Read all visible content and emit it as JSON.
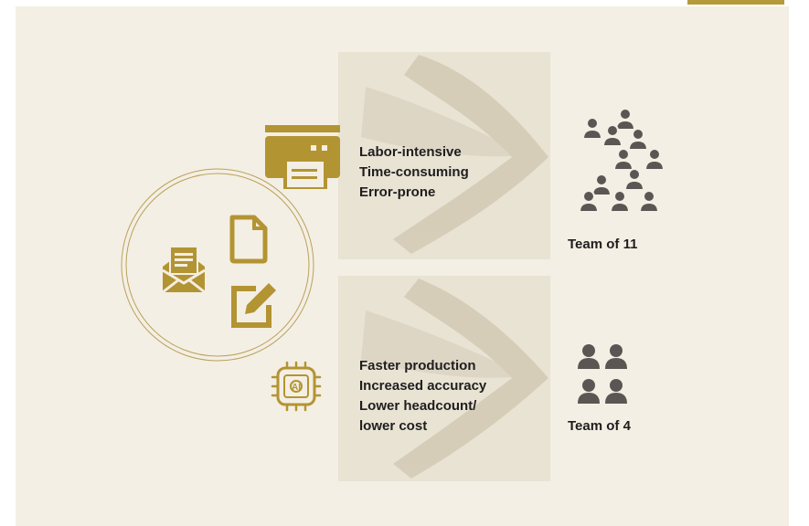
{
  "colors": {
    "background": "#f4efe4",
    "band": "#e9e3d4",
    "accent_gold": "#b39433",
    "person_gray": "#5b5653",
    "arrow_brush": "#d4ccb8",
    "text": "#1e1e1e"
  },
  "current_process": {
    "icon": "printer-icon",
    "points": [
      "Labor-intensive",
      "Time-consuming",
      "Error-prone"
    ],
    "team": {
      "label": "Team of 11",
      "count": 11,
      "icon": "people-group-icon"
    }
  },
  "ai_process": {
    "icon": "ai-chip-icon",
    "points": [
      "Faster production",
      "Increased accuracy",
      "Lower headcount/",
      "lower cost"
    ],
    "team": {
      "label": "Team of 4",
      "count": 4,
      "icon": "people-group-icon"
    }
  },
  "document_cluster": {
    "icons": [
      "envelope-letter-icon",
      "document-icon",
      "edit-document-icon"
    ]
  }
}
